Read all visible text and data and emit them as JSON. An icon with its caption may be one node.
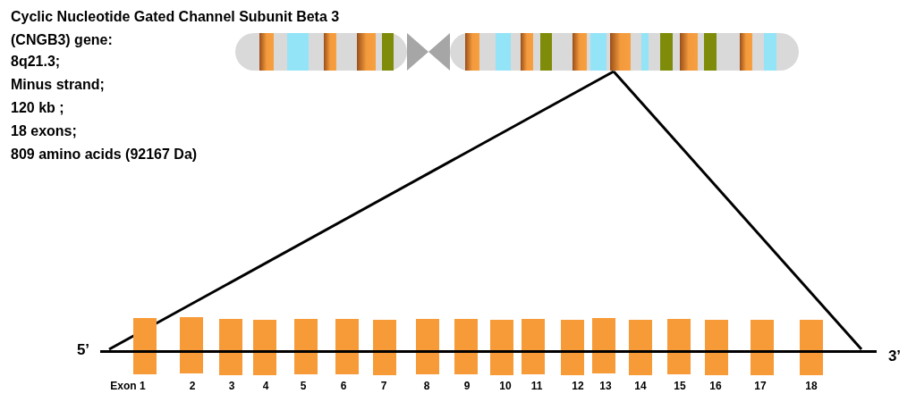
{
  "diagram": {
    "title": "Cyclic Nucleotide Gated Channel Subunit Beta 3 (CNGB3) gene:",
    "nodes": [
      {
        "text": [],
        "shape": "bar"
      },
      {
        "text": [],
        "shape": "bar",
        "beside": [
          "5’",
          "3’"
        ]
      }
    ],
    "edges": [
      {
        "from": 0,
        "to": 1,
        "arrow": "none"
      },
      {
        "from": 0,
        "to": 1,
        "arrow": "none"
      }
    ],
    "labels": [
      "8q21.3;",
      "Minus strand;",
      "120 kb ;",
      "18 exons;",
      "809 amino acids (92167 Da)",
      "Exon 1",
      "2",
      "3",
      "4",
      "5",
      "6",
      "7",
      "8",
      "9",
      "10",
      "11",
      "12",
      "13",
      "14",
      "15",
      "16",
      "17",
      "18"
    ]
  }
}
